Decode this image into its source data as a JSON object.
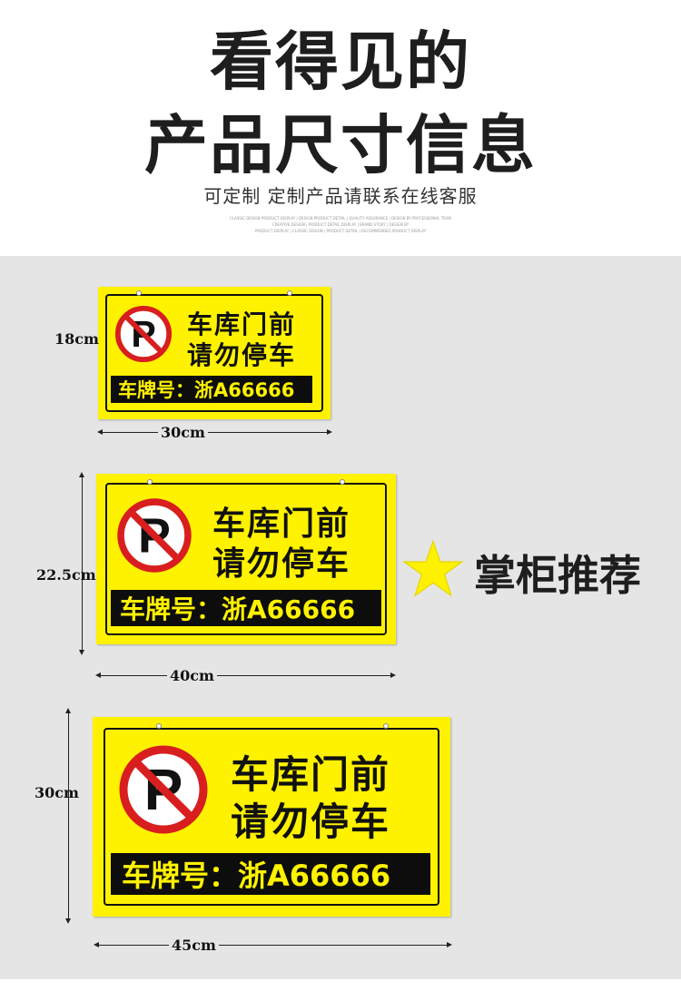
{
  "header": {
    "title_line1": "看得见的",
    "title_line2": "产品尺寸信息",
    "subtitle": "可定制  定制产品请联系在线客服",
    "fine_print": [
      "CLASSIC DESIGN PRODUCT DISPLAY  |  DESIGN PRODUCT DETAIL  |  QUALITY ASSURANCE  |  DESIGN BY PROFESSIONAL TEAM",
      "CREATIVE DESIGN  |  PRODUCT DETAIL DISPLAY  |  BRAND STORY  |  DESIGN BY",
      "PRODUCT DISPLAY  |  CLASSIC DESIGN  |  PRODUCT DETAIL  |  RECOMMENDED PRODUCT DISPLAY"
    ]
  },
  "sign": {
    "line1": "车库门前",
    "line2": "请勿停车",
    "plate": "车牌号：浙A66666",
    "symbol": "P"
  },
  "sizes": [
    {
      "height_label": "18cm",
      "width_label": "30cm"
    },
    {
      "height_label": "22.5cm",
      "width_label": "40cm"
    },
    {
      "height_label": "30cm",
      "width_label": "45cm"
    }
  ],
  "recommend": {
    "text": "掌柜推荐",
    "icon": "star-icon",
    "star_color": "#fff200"
  },
  "colors": {
    "sign_yellow": "#fff200",
    "plate_black": "#0d0d0d",
    "no_parking_red": "#d81e1e",
    "panel_gray": "#e5e5e5"
  }
}
